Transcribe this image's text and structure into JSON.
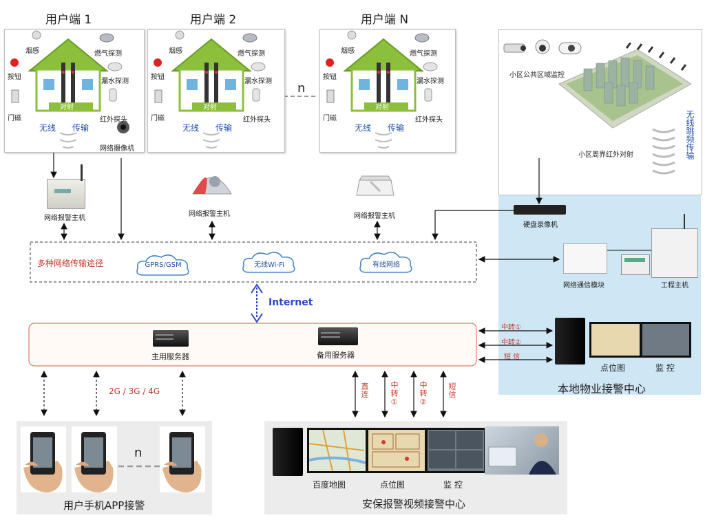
{
  "homes": [
    {
      "title": "用户端 1",
      "smoke": "烟感",
      "button": "按钮",
      "door": "门磁",
      "gas": "燃气探测",
      "water": "漏水探测",
      "ir": "红外探头",
      "beam": "对射",
      "wireless": "无线",
      "transfer": "传输",
      "camera": "网络摄像机"
    },
    {
      "title": "用户端 2",
      "smoke": "烟感",
      "button": "按钮",
      "door": "门磁",
      "gas": "燃气探测",
      "water": "漏水探测",
      "ir": "红外探头",
      "beam": "对射",
      "wireless": "无线",
      "transfer": "传输"
    },
    {
      "title": "用户端 N",
      "smoke": "烟感",
      "button": "按钮",
      "door": "门磁",
      "gas": "燃气探测",
      "water": "漏水探测",
      "ir": "红外探头",
      "beam": "对射",
      "wireless": "无线",
      "transfer": "传输"
    }
  ],
  "n_label": "n",
  "hosts": [
    "网络报警主机",
    "网络报警主机",
    "网络报警主机"
  ],
  "network": {
    "label": "多种网络传输途径",
    "clouds": [
      "GPRS/GSM",
      "无线Wi-Fi",
      "有线网络"
    ]
  },
  "internet": "Internet",
  "servers": {
    "main": "主用服务器",
    "backup": "备用服务器"
  },
  "mobile": {
    "bands": "2G / 3G / 4G",
    "n": "n",
    "title": "用户手机APP接警"
  },
  "community": {
    "public": "小区公共区域监控",
    "perimeter": "小区周界红外对射",
    "vertical": "无线跳频传输"
  },
  "property": {
    "dvr": "硬盘录像机",
    "comm_module": "网络通信模块",
    "engineering_host": "工程主机",
    "relay1": "中转①",
    "relay2": "中转②",
    "sms": "短 信",
    "floorplan": "点位图",
    "monitor": "监 控",
    "title": "本地物业接警中心"
  },
  "center": {
    "direct": "直连",
    "relay1": "中转①",
    "relay2": "中转②",
    "sms": "短信",
    "map": "百度地图",
    "floorplan": "点位图",
    "monitor": "监 控",
    "title": "安保报警视频接警中心"
  }
}
